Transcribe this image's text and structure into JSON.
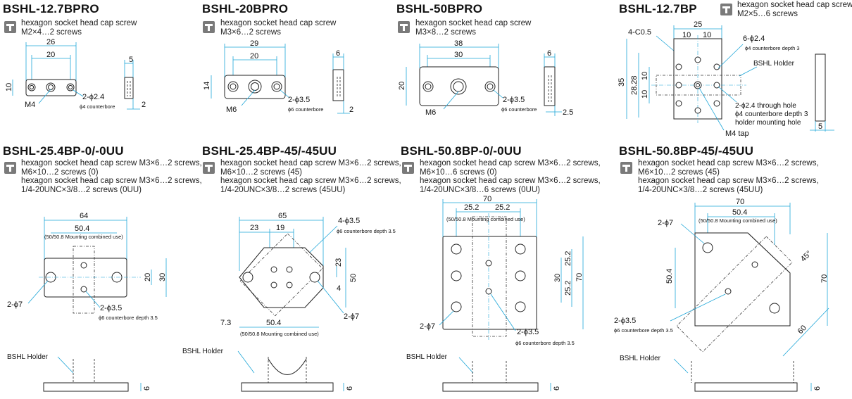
{
  "cells": [
    {
      "title": "BSHL-12.7BPRO",
      "desc": [
        "hexagon socket head cap screw",
        "M2×4…2 screws"
      ],
      "labels": {
        "w": "26",
        "c": "20",
        "h": "10",
        "t": "5",
        "d": "2",
        "hole": "2-ϕ2.4",
        "cb": "ϕ4 counterbore",
        "tap": "M4"
      }
    },
    {
      "title": "BSHL-20BPRO",
      "desc": [
        "hexagon socket head cap screw",
        "M3×6…2 screws"
      ],
      "labels": {
        "w": "29",
        "c": "20",
        "h": "14",
        "t": "6",
        "d": "2",
        "hole": "2-ϕ3.5",
        "cb": "ϕ6 counterbore",
        "tap": "M6"
      }
    },
    {
      "title": "BSHL-50BPRO",
      "desc": [
        "hexagon socket head cap screw",
        "M3×8…2 screws"
      ],
      "labels": {
        "w": "38",
        "c": "30",
        "h": "20",
        "t": "6",
        "d": "2.5",
        "hole": "2-ϕ3.5",
        "cb": "ϕ6 counterbore",
        "tap": "M6"
      }
    },
    {
      "title": "BSHL-12.7BP",
      "desc": [
        "hexagon socket head cap screw",
        "M2×5…6 screws"
      ],
      "labels": {
        "w": "25",
        "c1": "10",
        "c2": "10",
        "ch": "4-C0.5",
        "h": "35",
        "h2": "28.28",
        "v1": "10",
        "v2": "10",
        "hole": "6-ϕ2.4",
        "cb": "ϕ4 counterbore  depth 3",
        "holder": "BSHL Holder",
        "thru": "2-ϕ2.4 through hole",
        "thru2": "ϕ4 counterbore depth 3",
        "thru3": "holder mounting hole",
        "tap": "M4 tap",
        "t": "5"
      }
    },
    {
      "title": "BSHL-25.4BP-0/-0UU",
      "desc": [
        "hexagon socket head cap screw M3×6…2 screws,",
        "M6×10…2 screws (0)",
        "hexagon socket head cap screw M3×6…2 screws,",
        "1/4-20UNC×3/8…2 screws (0UU)"
      ],
      "labels": {
        "w": "64",
        "c": "50.4",
        "note": "(50/50.8 Mounting combined use)",
        "v1": "20",
        "v2": "30",
        "hole": "2-ϕ7",
        "hole2": "2-ϕ3.5",
        "cb": "ϕ6 counterbore  depth 3.5",
        "holder": "BSHL Holder",
        "t": "6"
      }
    },
    {
      "title": "BSHL-25.4BP-45/-45UU",
      "desc": [
        "hexagon socket head cap screw M3×6…2 screws,",
        "M6×10…2 screws (45)",
        "hexagon socket head cap screw M3×6…2 screws,",
        "1/4-20UNC×3/8…2 screws (45UU)"
      ],
      "labels": {
        "w": "65",
        "c1": "23",
        "c2": "19",
        "hole": "4-ϕ3.5",
        "cb": "ϕ6 counterbore  depth 3.5",
        "v1": "23",
        "v2": "50",
        "v3": "4",
        "off": "7.3",
        "c": "50.4",
        "note": "(50/50.8 Mounting combined use)",
        "hole2": "2-ϕ7",
        "holder": "BSHL Holder",
        "t": "6"
      }
    },
    {
      "title": "BSHL-50.8BP-0/-0UU",
      "desc": [
        "hexagon socket head cap screw M3×6…2 screws,",
        "M6×10…6 screws (0)",
        "hexagon socket head cap screw M3×6…2 screws,",
        "1/4-20UNC×3/8…6 screws (0UU)"
      ],
      "labels": {
        "w": "70",
        "c1": "25.2",
        "c2": "25.2",
        "note": "(50/50.8 Mounting combined use)",
        "v1": "25.2",
        "v2": "25.2",
        "v3": "30",
        "v4": "70",
        "hole": "2-ϕ7",
        "hole2": "2-ϕ3.5",
        "cb": "ϕ6 counterbore  depth 3.5",
        "holder": "BSHL Holder",
        "t": "6"
      }
    },
    {
      "title": "BSHL-50.8BP-45/-45UU",
      "desc": [
        "hexagon socket head cap screw M3×6…2 screws,",
        "M6×10…2 screws (45)",
        "hexagon socket head cap screw M3×6…2 screws,",
        "1/4-20UNC×3/8…2 screws (45UU)"
      ],
      "labels": {
        "w": "70",
        "c": "50.4",
        "note": "(50/50.8 Mounting combined use)",
        "hole": "2-ϕ7",
        "v1": "50.4",
        "v2": "70",
        "ang": "45°",
        "d": "60",
        "hole2": "2-ϕ3.5",
        "cb": "ϕ6 counterbore  depth 3.5",
        "holder": "BSHL Holder",
        "t": "6"
      }
    }
  ]
}
